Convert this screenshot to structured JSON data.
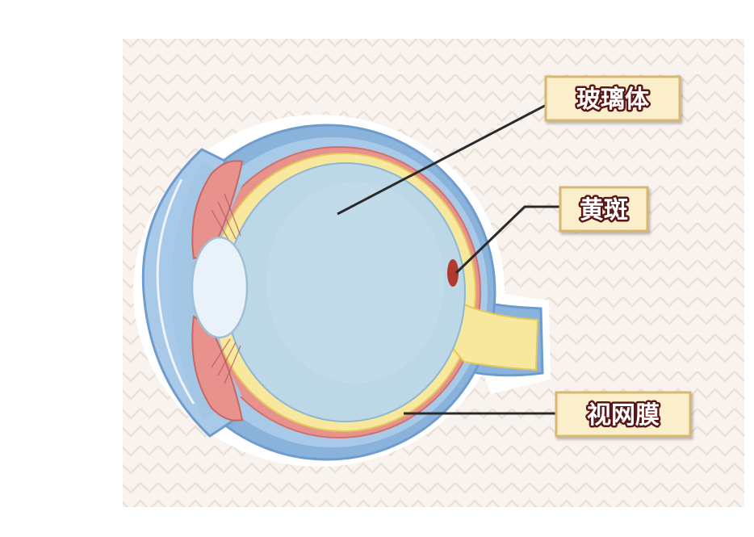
{
  "labels": {
    "vitreous": "玻璃体",
    "macula": "黄斑",
    "retina": "视网膜"
  },
  "colors": {
    "background": "#f8f3ee",
    "pattern": "#efe5dc",
    "sclera_blue": "#7ea9d8",
    "choroid_red": "#e48a86",
    "retina_yellow": "#f7e79a",
    "vitreous_fill": "#bcd7e6",
    "lens_fill": "#e8f1f8",
    "label_box": "#fbeecb",
    "label_border": "#d8b870",
    "leader_line": "#2a2a2a"
  }
}
